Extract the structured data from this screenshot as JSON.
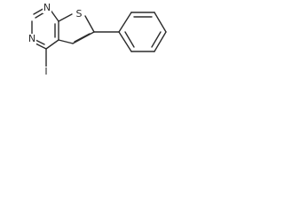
{
  "molecule": {
    "atoms": {
      "N1": "N",
      "N3": "N",
      "S": "S",
      "I": "I"
    }
  }
}
